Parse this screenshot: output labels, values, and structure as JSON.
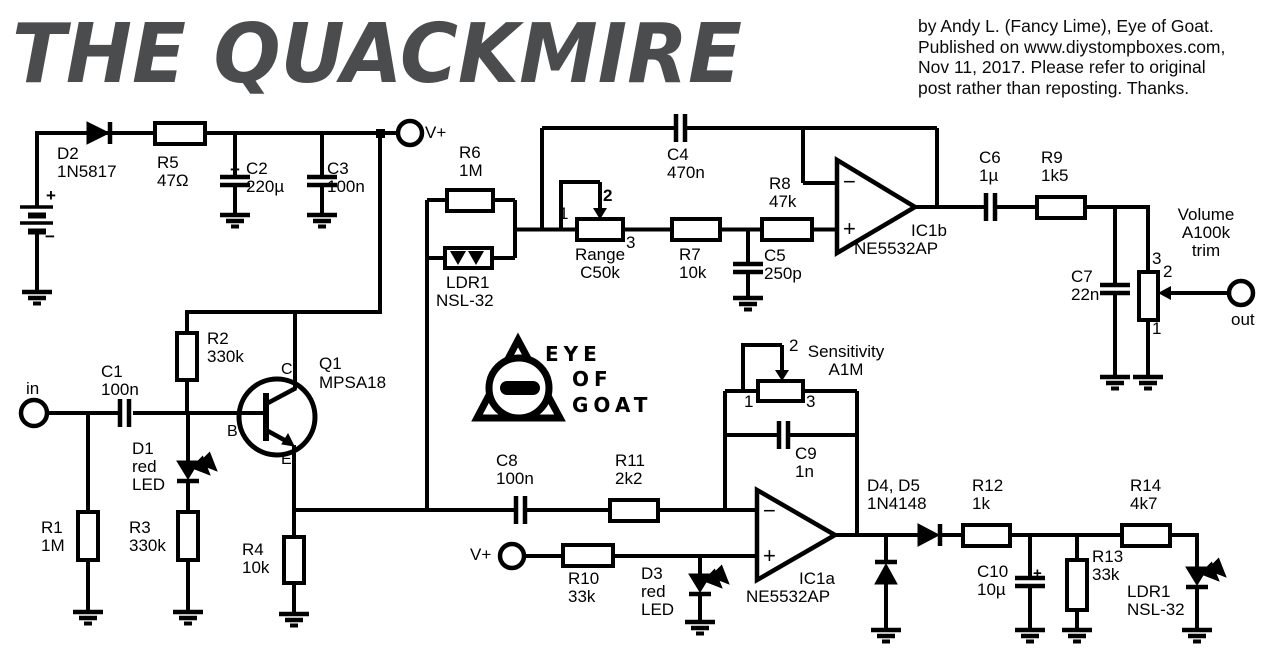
{
  "title": "THE QUACKMIRE",
  "attribution": {
    "lines": [
      "by Andy L. (Fancy Lime), Eye of Goat.",
      "Published on www.diystompboxes.com,",
      "Nov 11, 2017. Please refer to original",
      "post rather than reposting. Thanks."
    ]
  },
  "logo": {
    "words": [
      "EYE",
      "OF",
      "GOAT"
    ]
  },
  "power": {
    "battery": {
      "plus": "+",
      "minus": "−"
    },
    "d2": [
      "D2",
      "1N5817"
    ],
    "r5": [
      "R5",
      "47Ω"
    ],
    "c2": {
      "plus": "+",
      "lines": [
        "C2",
        "220µ"
      ]
    },
    "c3": [
      "C3",
      "100n"
    ],
    "vplus": "V+"
  },
  "input_stage": {
    "in_label": "in",
    "c1": [
      "C1",
      "100n"
    ],
    "r1": [
      "R1",
      "1M"
    ],
    "r2": [
      "R2",
      "330k"
    ],
    "d1": [
      "D1",
      "red",
      "LED"
    ],
    "r3": [
      "R3",
      "330k"
    ],
    "r4": [
      "R4",
      "10k"
    ],
    "q1": {
      "ref": "Q1",
      "part": "MPSA18",
      "pins": {
        "b": "B",
        "c": "C",
        "e": "E"
      }
    }
  },
  "filter_stage": {
    "r6": [
      "R6",
      "1M"
    ],
    "ldr1": [
      "LDR1",
      "NSL-32"
    ],
    "c4": [
      "C4",
      "470n"
    ],
    "range_pot": {
      "name": "Range",
      "value": "C50k",
      "pin1": "1",
      "pin2": "2",
      "pin3": "3"
    },
    "r7": [
      "R7",
      "10k"
    ],
    "c5": [
      "C5",
      "250p"
    ],
    "r8": [
      "R8",
      "47k"
    ],
    "ic1b": {
      "ref": "IC1b",
      "part": "NE5532AP",
      "minus": "−",
      "plus": "+"
    },
    "c6": [
      "C6",
      "1µ"
    ],
    "r9": [
      "R9",
      "1k5"
    ],
    "c7": [
      "C7",
      "22n"
    ],
    "volume_pot": {
      "name": "Volume",
      "value": "A100k",
      "extra": "trim",
      "pin1": "1",
      "pin2": "2",
      "pin3": "3"
    },
    "out_label": "out"
  },
  "envelope_stage": {
    "c8": [
      "C8",
      "100n"
    ],
    "r11": [
      "R11",
      "2k2"
    ],
    "sensitivity_pot": {
      "name": "Sensitivity",
      "value": "A1M",
      "pin1": "1",
      "pin2": "2",
      "pin3": "3"
    },
    "c9": [
      "C9",
      "1n"
    ],
    "vplus": "V+",
    "r10": [
      "R10",
      "33k"
    ],
    "d3": [
      "D3",
      "red",
      "LED"
    ],
    "ic1a": {
      "ref": "IC1a",
      "part": "NE5532AP",
      "minus": "−",
      "plus": "+"
    },
    "d45": [
      "D4, D5",
      "1N4148"
    ],
    "r12": [
      "R12",
      "1k"
    ],
    "c10": {
      "plus": "+",
      "lines": [
        "C10",
        "10µ"
      ]
    },
    "r13": [
      "R13",
      "33k"
    ],
    "r14": [
      "R14",
      "4k7"
    ],
    "ldr1_led": [
      "LDR1",
      "NSL-32"
    ]
  }
}
